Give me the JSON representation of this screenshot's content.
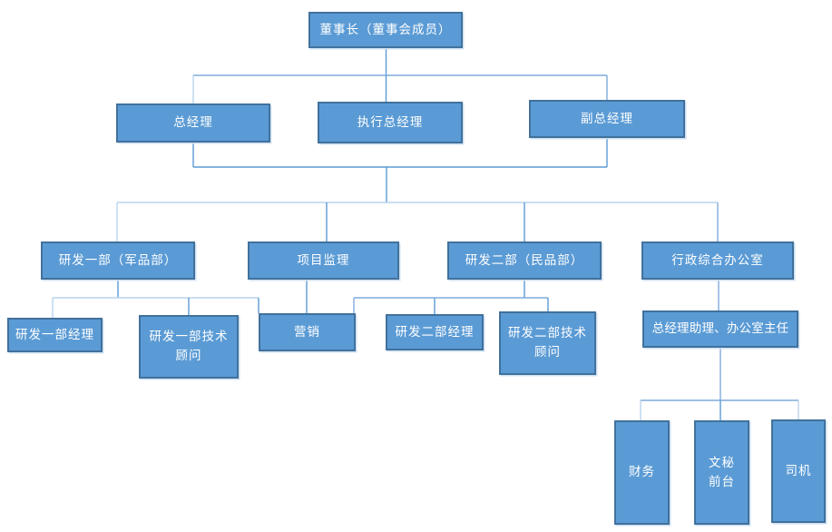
{
  "org": {
    "chairman": {
      "label": "董事长（董事会成员）"
    },
    "level2": [
      {
        "label": "总经理"
      },
      {
        "label": "执行总经理"
      },
      {
        "label": "副总经理"
      }
    ],
    "level3": [
      {
        "label": "研发一部（军品部）"
      },
      {
        "label": "项目监理"
      },
      {
        "label": "研发二部（民品部）"
      },
      {
        "label": "行政综合办公室"
      }
    ],
    "level4": [
      {
        "label": "研发一部经理"
      },
      {
        "label": "研发一部技术顾问",
        "lines": [
          "研发一部技术",
          "顾问"
        ]
      },
      {
        "label": "营销"
      },
      {
        "label": "研发二部经理"
      },
      {
        "label": "研发二部技术顾问",
        "lines": [
          "研发二部技术",
          "顾问"
        ]
      },
      {
        "label": "总经理助理、办公室主任"
      }
    ],
    "level5": [
      {
        "label": "财务"
      },
      {
        "label": "文秘前台",
        "lines": [
          "文秘",
          "前台"
        ]
      },
      {
        "label": "司机"
      }
    ]
  },
  "colors": {
    "box_fill": "#5b9bd5",
    "box_border": "#41719c",
    "connector_line": "#5b9bd5",
    "connector_line_light": "#b9d4ee",
    "text": "#ffffff",
    "background": "#ffffff"
  }
}
